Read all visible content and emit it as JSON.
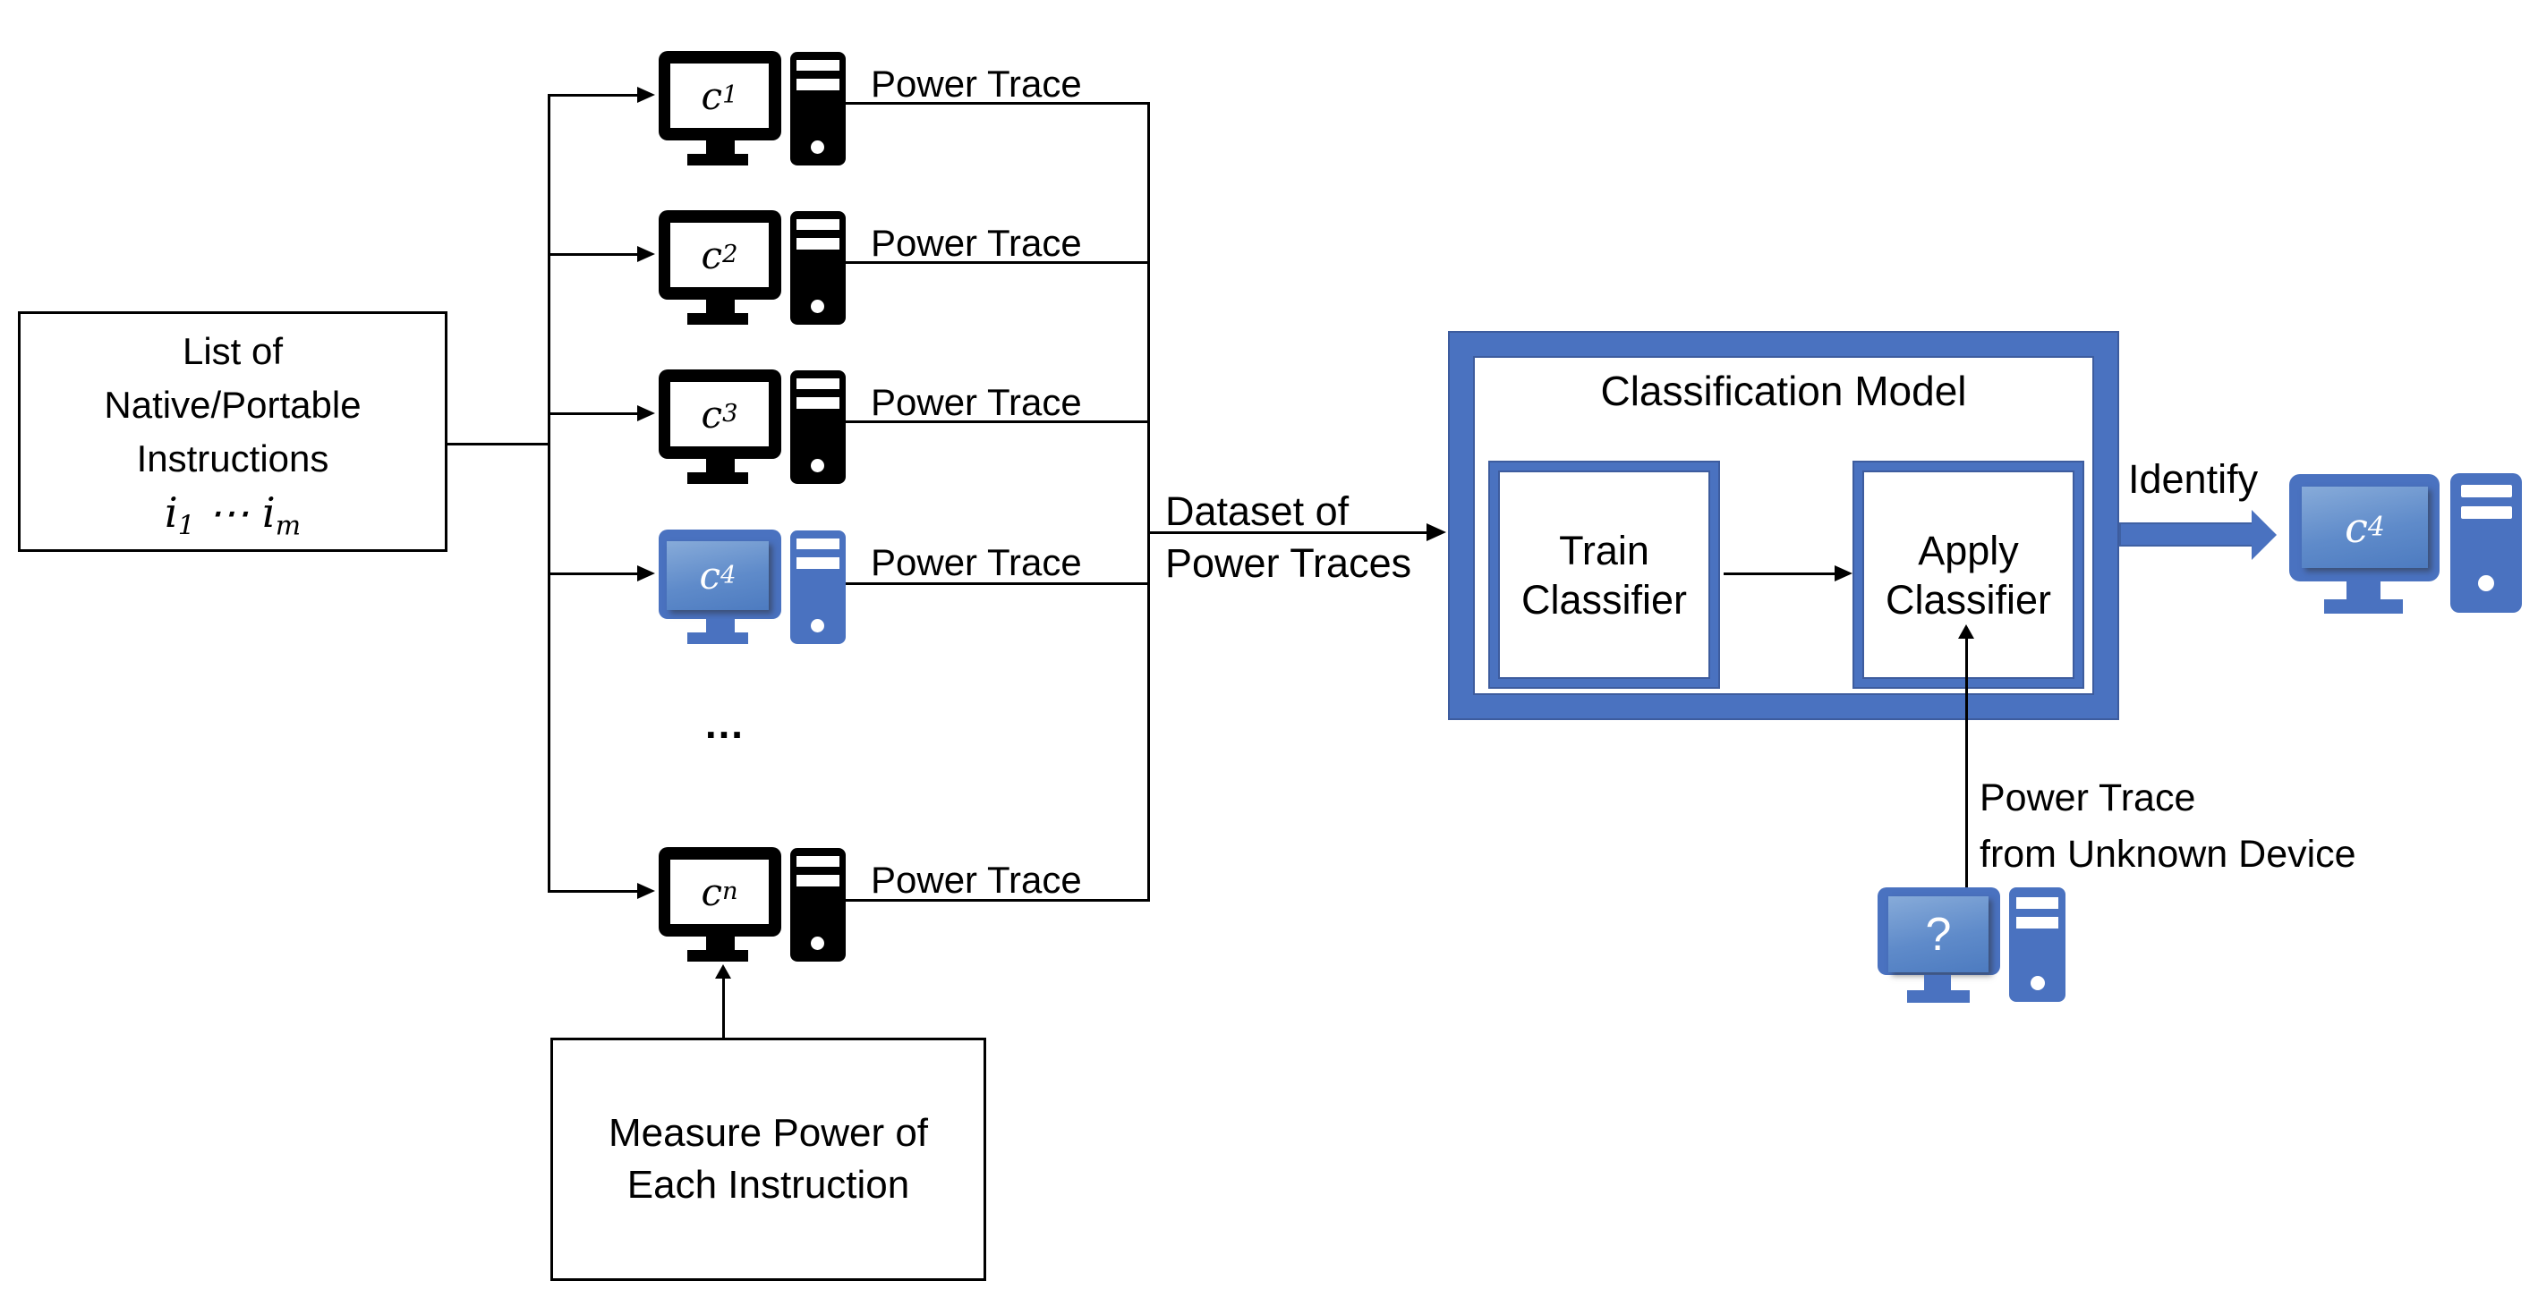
{
  "colors": {
    "black": "#000000",
    "blue": "#4a72c0",
    "blue_dark": "#3d5c9e",
    "screen_gradient_light": "#87abd9",
    "screen_gradient_dark": "#4d7bc0",
    "background": "#ffffff"
  },
  "left_box": {
    "line1": "List of",
    "line2": "Native/Portable",
    "line3": "Instructions",
    "math": {
      "i1_base": "i",
      "i1_sub": "1",
      "dots": "⋯",
      "i2_base": "i",
      "i2_sub": "m"
    }
  },
  "machines": [
    {
      "label": {
        "base": "c",
        "sub": "1"
      },
      "power_trace": "Power Trace"
    },
    {
      "label": {
        "base": "c",
        "sub": "2"
      },
      "power_trace": "Power Trace"
    },
    {
      "label": {
        "base": "c",
        "sub": "3"
      },
      "power_trace": "Power Trace"
    },
    {
      "label": {
        "base": "c",
        "sub": "4"
      },
      "power_trace": "Power Trace"
    },
    {
      "label": {
        "base": "c",
        "sub": "n"
      },
      "power_trace": "Power Trace"
    }
  ],
  "ellipsis": "…",
  "dataset_label": {
    "line1": "Dataset of",
    "line2": "Power Traces"
  },
  "classification_model": {
    "title": "Classification Model",
    "train": {
      "line1": "Train",
      "line2": "Classifier"
    },
    "apply": {
      "line1": "Apply",
      "line2": "Classifier"
    }
  },
  "identify_label": "Identify",
  "identified_machine": {
    "label": {
      "base": "c",
      "sub": "4"
    }
  },
  "unknown_device": {
    "caption_line1": "Power Trace",
    "caption_line2": "from Unknown Device",
    "screen_label": "?"
  },
  "measure_box": {
    "line1": "Measure Power of",
    "line2": "Each Instruction"
  }
}
